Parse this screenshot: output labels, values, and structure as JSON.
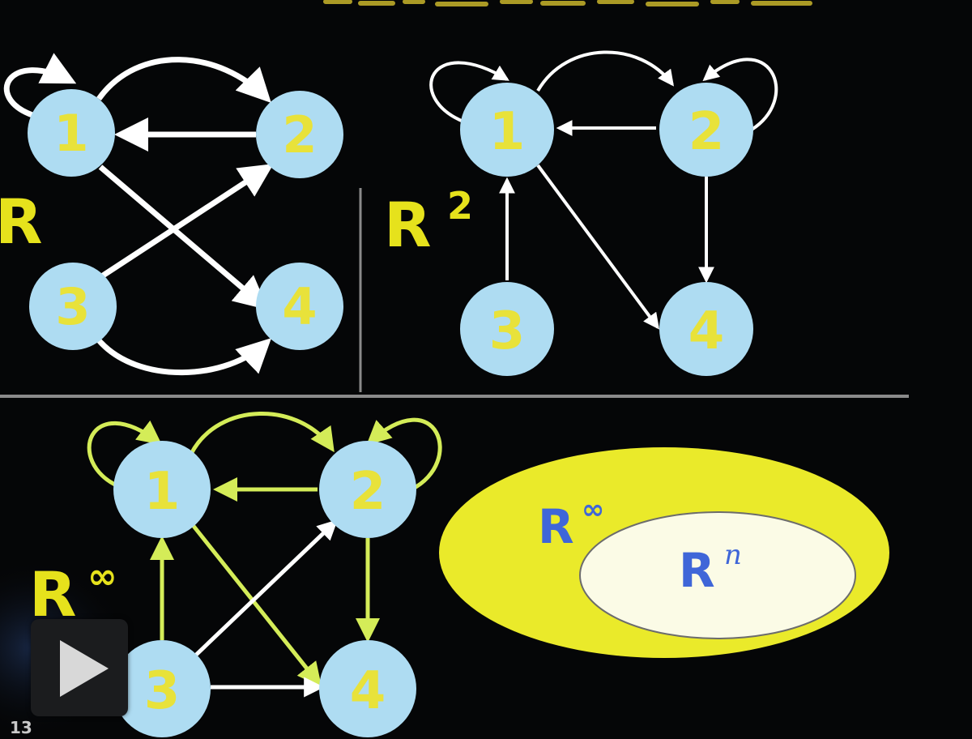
{
  "slide": {
    "page_number": "13",
    "colors": {
      "node_fill": "#aedcf2",
      "node_label": "#e8e23a",
      "title_yellow": "#e6e21c",
      "white_edge": "#ffffff",
      "green_edge": "#d4ec58",
      "ellipse_outer": "#eaea2a",
      "ellipse_inner": "#fbfbe6",
      "blue_label": "#3f66d8"
    }
  },
  "graphs": {
    "r": {
      "label": "R",
      "nodes": [
        "1",
        "2",
        "3",
        "4"
      ]
    },
    "r2": {
      "label_base": "R",
      "label_sup": "2",
      "nodes": [
        "1",
        "2",
        "3",
        "4"
      ]
    },
    "rinf": {
      "label_base": "R",
      "label_sup": "∞",
      "nodes": [
        "1",
        "2",
        "3",
        "4"
      ]
    }
  },
  "venn": {
    "outer_base": "R",
    "outer_sup": "∞",
    "inner_base": "R",
    "inner_sup": "n"
  },
  "player": {
    "play_icon": "play-icon"
  }
}
